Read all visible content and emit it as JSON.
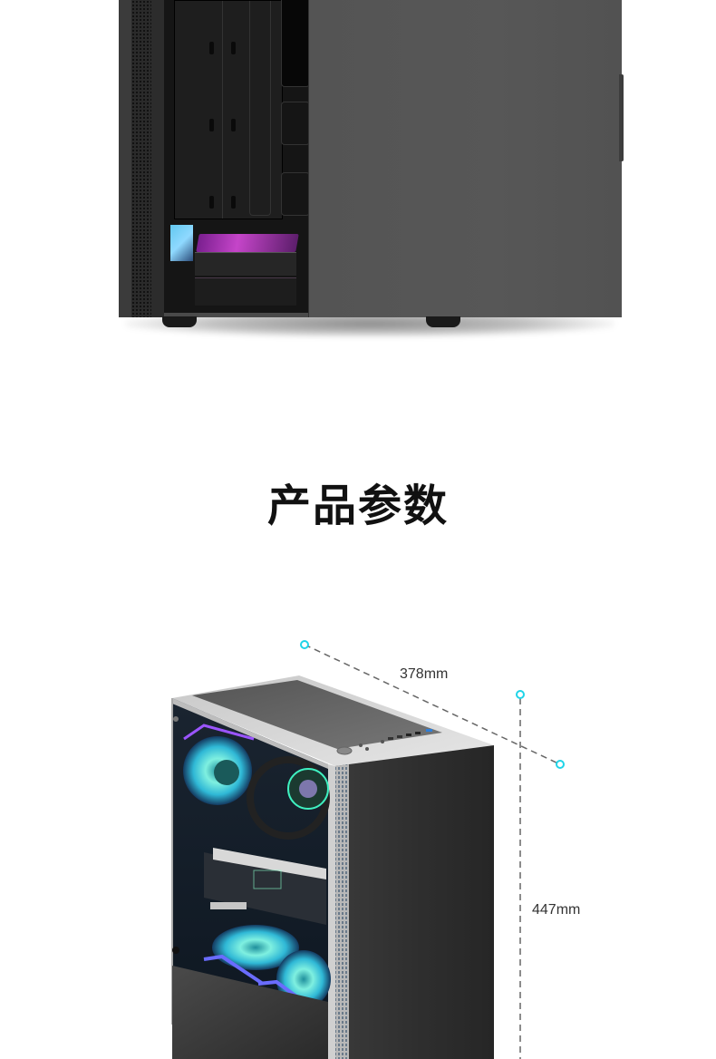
{
  "product_image_top": {
    "alt": "PC case side view",
    "icon": "pc-case-side-view"
  },
  "section": {
    "title": "产品参数"
  },
  "dimensions": {
    "depth_label": "378mm",
    "height_label": "447mm",
    "marker_color": "#1fd4e8",
    "line_color": "#666666"
  },
  "product_image_bottom": {
    "alt": "PC case with tempered glass side panel and RGB fans",
    "icon": "pc-case-rgb-view"
  }
}
